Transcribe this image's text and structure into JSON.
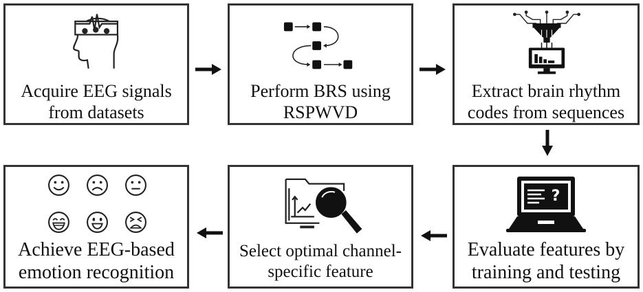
{
  "steps": [
    {
      "lines": [
        "Acquire EEG signals",
        "from datasets"
      ]
    },
    {
      "lines": [
        "Perform BRS using",
        "RSPWVD"
      ]
    },
    {
      "lines": [
        "Extract brain rhythm",
        "codes from sequences"
      ]
    },
    {
      "lines": [
        "Evaluate features by",
        "training and testing"
      ]
    },
    {
      "lines": [
        "Select optimal channel-",
        "specific feature"
      ]
    },
    {
      "lines": [
        "Achieve EEG-based",
        "emotion recognition"
      ]
    }
  ],
  "icons": {
    "step1": "head-with-eeg-electrodes-icon",
    "step2": "sequence-flow-icon",
    "step3": "funnel-to-monitor-chart-icon",
    "step4": "laptop-with-question-mark-icon",
    "step5": "folder-chart-magnifier-icon",
    "step6": "emotion-faces-icon"
  },
  "colors": {
    "border": "#333333",
    "ink": "#111111",
    "background": "#ffffff"
  }
}
